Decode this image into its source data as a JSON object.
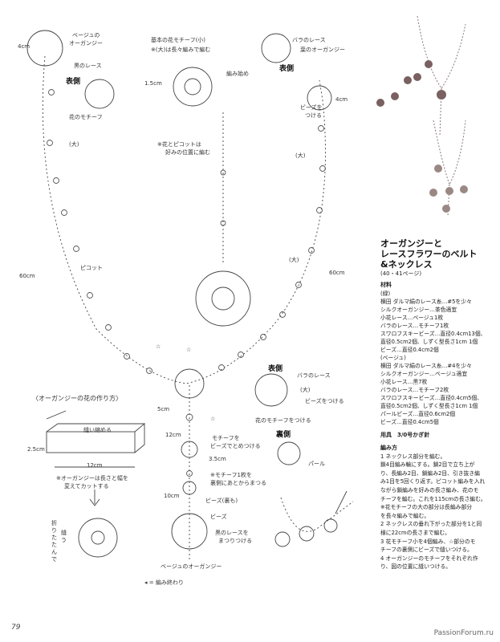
{
  "diagram": {
    "top_left": {
      "dim_4cm": "4cm",
      "beige_organza_1": "ベージュの",
      "beige_organza_2": "オーガンジー",
      "black_lace": "黒のレース",
      "front_side": "表側",
      "flower_motif": "花のモチーフ",
      "large": "(大)"
    },
    "basic_motif": {
      "title": "基本の花モチーフ(小)",
      "note": "※(大)は長々編みで編む",
      "height": "1.5cm",
      "start": "編み始め",
      "picot_note_1": "※花とピコットは",
      "picot_note_2": "好みの位置に編む"
    },
    "top_right": {
      "rose_lace": "バラのレース",
      "leaf_organza": "葉のオーガンジー",
      "front_side": "表側",
      "beads_1": "ビーズを",
      "beads_2": "つける",
      "dim_4cm": "4cm",
      "large": "(大)"
    },
    "chain": {
      "left_60cm": "60cm",
      "right_60cm": "60cm",
      "picot": "ピコット",
      "large_mid": "(大)",
      "star_left": "☆",
      "star_right": "☆"
    },
    "center": {
      "front_side": "表側",
      "rose_lace": "バラのレース",
      "large": "(大)",
      "beads_attach": "ビーズをつける",
      "flower_motif_attach": "花のモチーフをつける",
      "dim_5cm": "5cm",
      "star": "☆",
      "dim_12cm": "12cm",
      "motif_beads_1": "モチーフを",
      "motif_beads_2": "ビーズでとめつける",
      "back_side": "裏側",
      "dim_35cm": "3.5cm",
      "pearl": "パール",
      "motif_note_1": "※モチーフ1枚を",
      "motif_note_2": "裏側にあとからまつる",
      "dim_10cm": "10cm",
      "beads_back": "ビーズ(裏も)",
      "beads": "ビーズ",
      "black_lace_1": "黒のレースを",
      "black_lace_2": "まつりつける",
      "beige_organza": "ベージュのオーガンジー"
    },
    "organza_flower": {
      "title": "〈オーガンジーの花の作り方〉",
      "gather": "縫い縮める",
      "dim_25cm": "2.5cm",
      "dim_12cm": "12cm",
      "note_1": "※オーガンジーは長さと幅を",
      "note_2": "変えてカットする",
      "fold_1": "折りたたんで",
      "fold_2": "縫う"
    },
    "legend": "◂ = 編み終わり"
  },
  "instructions": {
    "title_1": "オーガンジーと",
    "title_2": "レースフラワーのベルト",
    "title_3": "&ネックレス",
    "pages": "(40・41ページ)",
    "materials_heading": "材料",
    "green_heading": "(緑)",
    "green_items": [
      "横田 ダルマ絹のレース糸…#5を少々",
      "シルクオーガンジー…茶色適宜",
      "小花レース…ベージュ1枚",
      "バラのレース…モチーフ1枚",
      "スワロフスキービーズ…直径0.4cm13個、",
      "直径0.5cm2個、しずく型長さ1cm 1個",
      "ビーズ…直径0.4cm2個"
    ],
    "beige_heading": "(ベージュ)",
    "beige_items": [
      "横田 ダルマ絹のレース糸…#4を少々",
      "シルクオーガンジー…ベージュ適宜",
      "小花レース…黒7枚",
      "バラのレース…モチーフ2枚",
      "スワロフスキービーズ…直径0.4cm5個、",
      "直径0.5cm2個、しずく型長さ1cm 1個",
      "パールビーズ…直径0.6cm2個",
      "ビーズ…直径0.4cm5個"
    ],
    "tools": "用具　3/0号かぎ針",
    "method_heading": "編み方",
    "steps": [
      "1 ネックレス部分を編む。",
      "鎖4目編み輪にする。鎖2目で立ち上が",
      "り、長編み2目、鎖編み2目、引き抜き編",
      "み1目を5回くり返す。ピコット編みを入れ",
      "ながら鎖編みを好みの長さ編み、花のモ",
      "チーフを編む。これを115cmの長さ編む。",
      "※花モチーフの大の部分は長編み部分",
      "を長々編みで編む。",
      "2 ネックレスの垂れ下がった部分を1と同",
      "様に22cmの長さまで編む。",
      "3 花モチーフ小を4個編み、☆部分のモ",
      "チーフの裏側にビーズで縫いつける。",
      "4 オーガンジーのモチーフをそれぞれ作",
      "り、図の位置に縫いつける。"
    ]
  },
  "page_number": "79",
  "watermark": "PassionForum.ru"
}
